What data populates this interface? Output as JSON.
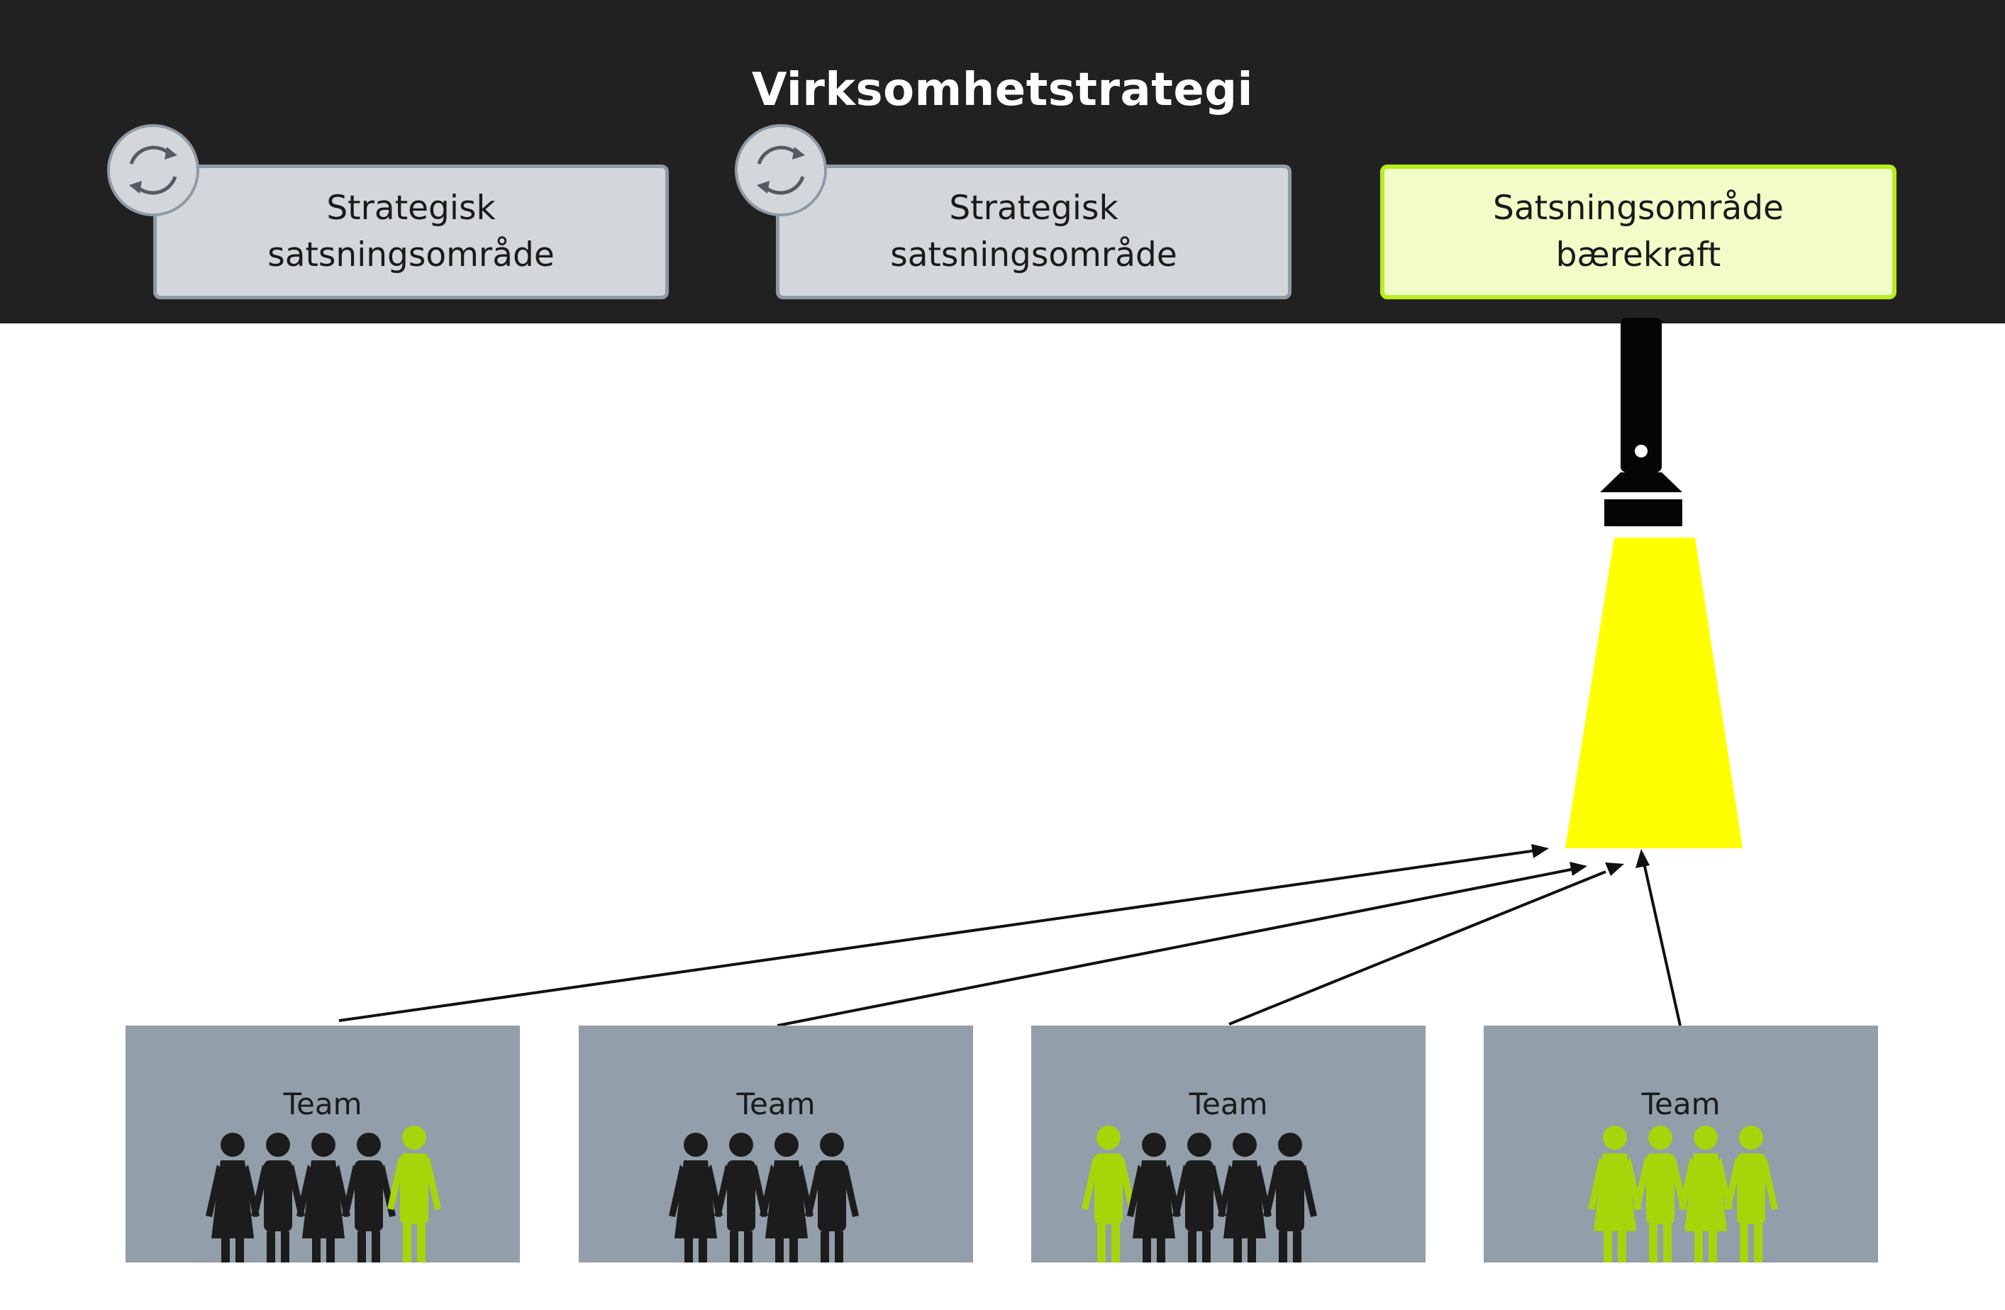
{
  "title": "Virksomhetstrategi",
  "strategy_areas": [
    {
      "lines": [
        "Strategisk",
        "satsningsområde"
      ],
      "style": "grey",
      "icon": "refresh-cycle-icon"
    },
    {
      "lines": [
        "Strategisk",
        "satsningsområde"
      ],
      "style": "grey",
      "icon": "refresh-cycle-icon"
    },
    {
      "lines": [
        "Satsningsområde",
        "bærekraft"
      ],
      "style": "lime",
      "icon": "none"
    }
  ],
  "flashlight": {
    "icon": "flashlight-icon",
    "beam_color": "#ffff00"
  },
  "teams": [
    {
      "label": "Team",
      "members": [
        "dark-female",
        "dark-male",
        "dark-female",
        "dark-male",
        "green-male"
      ]
    },
    {
      "label": "Team",
      "members": [
        "dark-female",
        "dark-male",
        "dark-female",
        "dark-male"
      ]
    },
    {
      "label": "Team",
      "members": [
        "green-male",
        "dark-female",
        "dark-male",
        "dark-female",
        "dark-male"
      ]
    },
    {
      "label": "Team",
      "members": [
        "green-female",
        "green-male",
        "green-female",
        "green-male"
      ]
    }
  ],
  "colors": {
    "banner": "#212121",
    "grey_box": "#d3d7db",
    "lime_box": "#f2fcc8",
    "team_box": "#929ea9",
    "person_dark": "#1c1c1c",
    "person_green": "#a6d609",
    "arrow": "#111111"
  }
}
